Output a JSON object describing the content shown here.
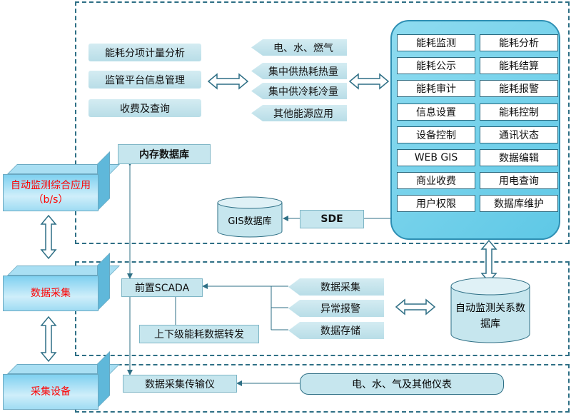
{
  "left_cubes": {
    "app": "自动监测综合应用（b/s）",
    "acquisition": "数据采集",
    "device": "采集设备"
  },
  "top_section": {
    "pills": [
      "能耗分项计量分析",
      "监管平台信息管理",
      "收费及查询"
    ],
    "flags": [
      "电、水、燃气",
      "集中供热耗热量",
      "集中供冷耗冷量",
      "其他能源应用"
    ],
    "memory_db": "内存数据库",
    "gis_db": "GIS数据库",
    "sde": "SDE",
    "modules_left": [
      "能耗监测",
      "能耗公示",
      "能耗审计",
      "信息设置",
      "设备控制",
      "WEB GIS",
      "商业收费",
      "用户权限"
    ],
    "modules_right": [
      "能耗分析",
      "能耗结算",
      "能耗报警",
      "能耗控制",
      "通讯状态",
      "数据编辑",
      "用电查询",
      "数据库维护"
    ]
  },
  "middle_section": {
    "scada": "前置SCADA",
    "forward": "上下级能耗数据转发",
    "flags": [
      "数据采集",
      "异常报警",
      "数据存储"
    ],
    "relational_db": "自动监测关系数据库"
  },
  "bottom_section": {
    "transmitter": "数据采集传输仪",
    "meters": "电、水、气及其他仪表"
  }
}
